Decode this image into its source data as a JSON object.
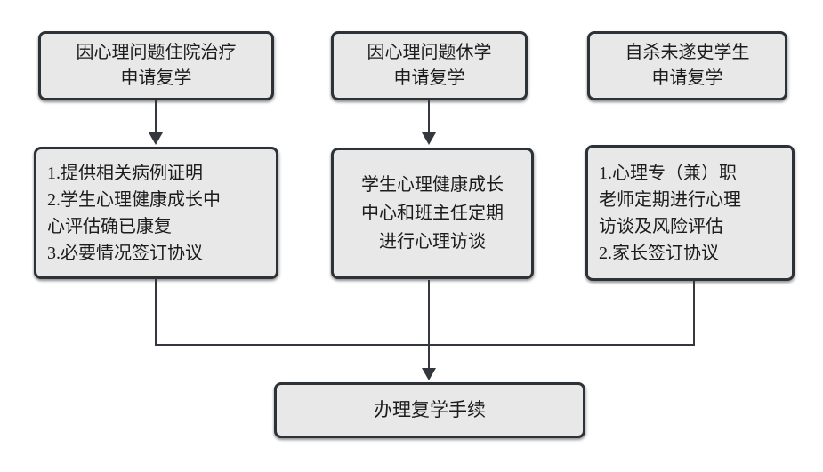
{
  "diagram": {
    "type": "flowchart",
    "background": "#ffffff",
    "colors": {
      "box_fill": "#e8e8e8",
      "box_border": "#2d3238",
      "connector_line": "#34383e",
      "text": "#1c1c1c"
    },
    "nodes": {
      "top_left": {
        "text": "因心理问题住院治疗\n申请复学"
      },
      "top_middle": {
        "text": "因心理问题休学\n申请复学"
      },
      "top_right": {
        "text": "自杀未遂史学生\n申请复学"
      },
      "mid_left": {
        "text": "1.提供相关病例证明\n2.学生心理健康成长中\n心评估确已康复\n3.必要情况签订协议"
      },
      "mid_middle": {
        "text": "学生心理健康成长\n中心和班主任定期\n进行心理访谈"
      },
      "mid_right": {
        "text": "1.心理专（兼）职\n老师定期进行心理\n访谈及风险评估\n2.家长签订协议"
      },
      "bottom": {
        "text": "办理复学手续"
      }
    },
    "edges": [
      {
        "from": "top_left",
        "to": "mid_left",
        "arrow": true
      },
      {
        "from": "top_middle",
        "to": "mid_middle",
        "arrow": true
      },
      {
        "from": "mid_left",
        "to": "bottom",
        "arrow": false,
        "via": "merge-line"
      },
      {
        "from": "mid_middle",
        "to": "bottom",
        "arrow": true,
        "via": "merge-line"
      },
      {
        "from": "mid_right",
        "to": "bottom",
        "arrow": false,
        "via": "merge-line"
      }
    ]
  }
}
